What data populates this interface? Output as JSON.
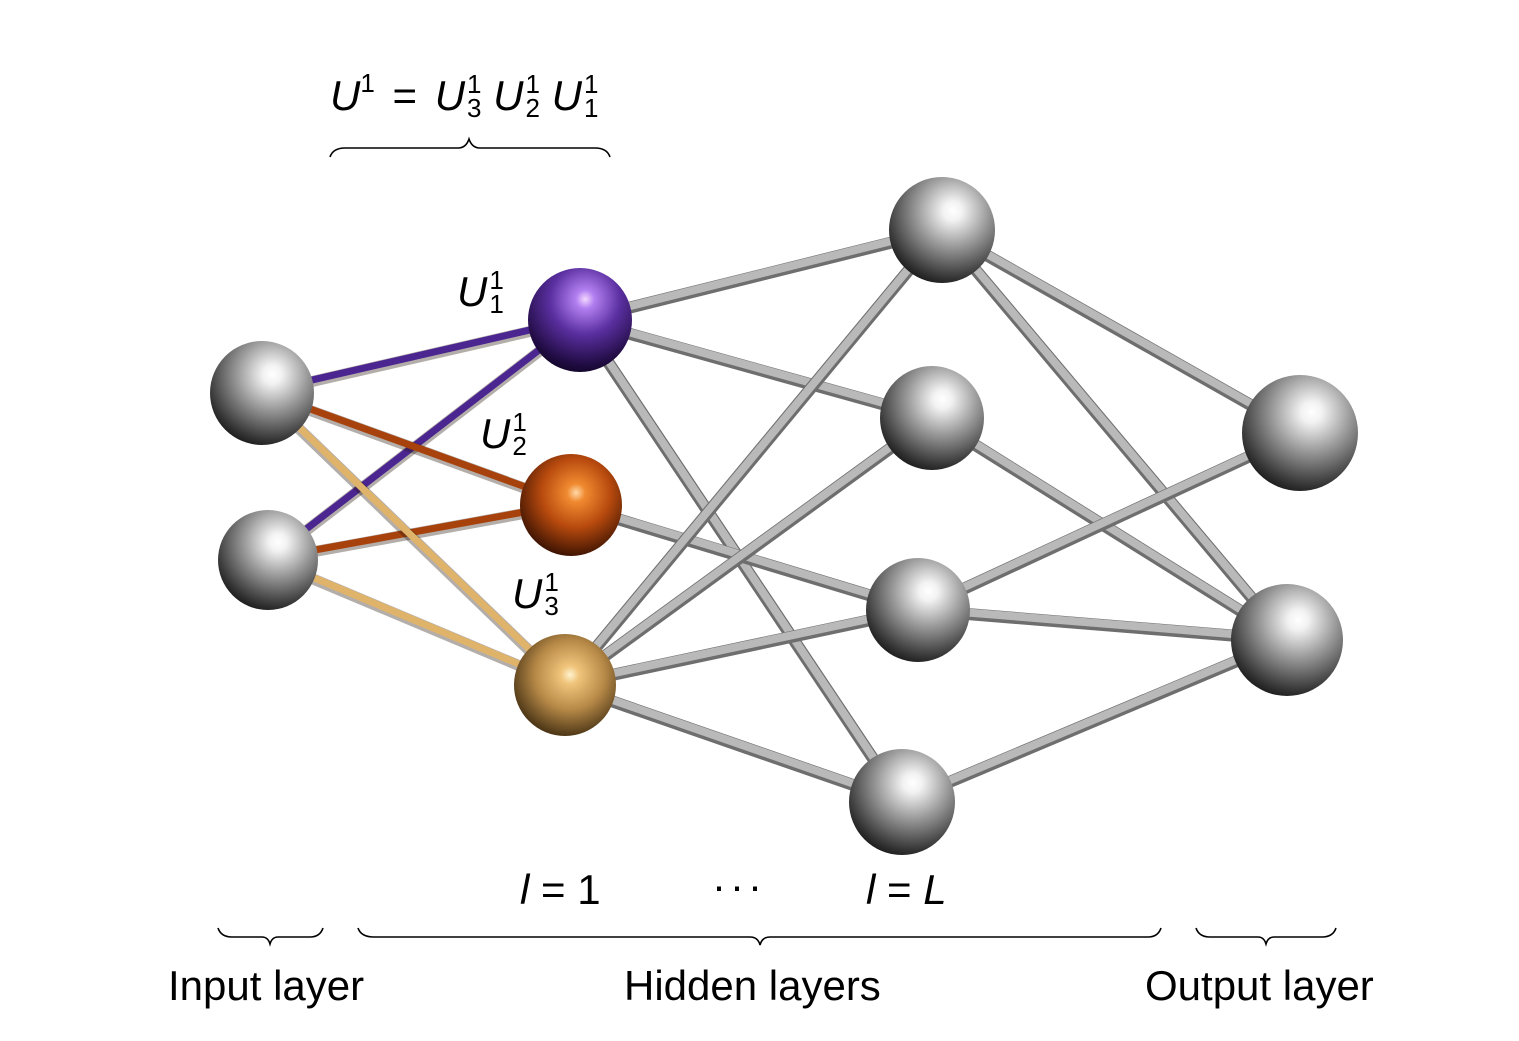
{
  "title_equation": {
    "lhs_symbol": "U",
    "lhs_sup": "1",
    "equals": "=",
    "factors": [
      {
        "symbol": "U",
        "sup": "1",
        "sub": "3"
      },
      {
        "symbol": "U",
        "sup": "1",
        "sub": "2"
      },
      {
        "symbol": "U",
        "sup": "1",
        "sub": "1"
      }
    ]
  },
  "unitary_labels": [
    {
      "symbol": "U",
      "sup": "1",
      "sub": "1"
    },
    {
      "symbol": "U",
      "sup": "1",
      "sub": "2"
    },
    {
      "symbol": "U",
      "sup": "1",
      "sub": "3"
    }
  ],
  "layer_indices": {
    "first": {
      "var": "l",
      "eq": "=",
      "val": "1"
    },
    "ellipsis": "···",
    "last": {
      "var": "l",
      "eq": "=",
      "val": "L"
    }
  },
  "layer_labels": {
    "input": "Input layer",
    "hidden": "Hidden layers",
    "output": "Output layer"
  },
  "colors": {
    "purple": "#5a2fa0",
    "orange": "#b84a0e",
    "tan": "#c99a55",
    "gray": "#a0a0a0",
    "edge_purple": "#4b2590",
    "edge_orange": "#a8420c",
    "edge_tan": "#e0b36a",
    "edge_gray": "#b9b9b9"
  },
  "network": {
    "nodes": [
      {
        "id": "in1",
        "layer": "input",
        "color": "gray"
      },
      {
        "id": "in2",
        "layer": "input",
        "color": "gray"
      },
      {
        "id": "h1a",
        "layer": "hidden1",
        "color": "purple"
      },
      {
        "id": "h1b",
        "layer": "hidden1",
        "color": "orange"
      },
      {
        "id": "h1c",
        "layer": "hidden1",
        "color": "tan"
      },
      {
        "id": "h2a",
        "layer": "hiddenL",
        "color": "gray"
      },
      {
        "id": "h2b",
        "layer": "hiddenL",
        "color": "gray"
      },
      {
        "id": "h2c",
        "layer": "hiddenL",
        "color": "gray"
      },
      {
        "id": "h2d",
        "layer": "hiddenL",
        "color": "gray"
      },
      {
        "id": "o1",
        "layer": "output",
        "color": "gray"
      },
      {
        "id": "o2",
        "layer": "output",
        "color": "gray"
      }
    ],
    "edges": [
      {
        "from": "in1",
        "to": "h1a",
        "color": "edge_purple"
      },
      {
        "from": "in2",
        "to": "h1a",
        "color": "edge_purple"
      },
      {
        "from": "in1",
        "to": "h1b",
        "color": "edge_orange"
      },
      {
        "from": "in2",
        "to": "h1b",
        "color": "edge_orange"
      },
      {
        "from": "in1",
        "to": "h1c",
        "color": "edge_tan"
      },
      {
        "from": "in2",
        "to": "h1c",
        "color": "edge_tan"
      },
      {
        "from": "h1a",
        "to": "h2a",
        "color": "edge_gray"
      },
      {
        "from": "h1a",
        "to": "h2b",
        "color": "edge_gray"
      },
      {
        "from": "h1a",
        "to": "h2d",
        "color": "edge_gray"
      },
      {
        "from": "h1b",
        "to": "h2c",
        "color": "edge_gray"
      },
      {
        "from": "h1c",
        "to": "h2a",
        "color": "edge_gray"
      },
      {
        "from": "h1c",
        "to": "h2b",
        "color": "edge_gray"
      },
      {
        "from": "h1c",
        "to": "h2c",
        "color": "edge_gray"
      },
      {
        "from": "h1c",
        "to": "h2d",
        "color": "edge_gray"
      },
      {
        "from": "h2a",
        "to": "o1",
        "color": "edge_gray"
      },
      {
        "from": "h2a",
        "to": "o2",
        "color": "edge_gray"
      },
      {
        "from": "h2b",
        "to": "o2",
        "color": "edge_gray"
      },
      {
        "from": "h2c",
        "to": "o1",
        "color": "edge_gray"
      },
      {
        "from": "h2c",
        "to": "o2",
        "color": "edge_gray"
      },
      {
        "from": "h2d",
        "to": "o2",
        "color": "edge_gray"
      }
    ]
  }
}
